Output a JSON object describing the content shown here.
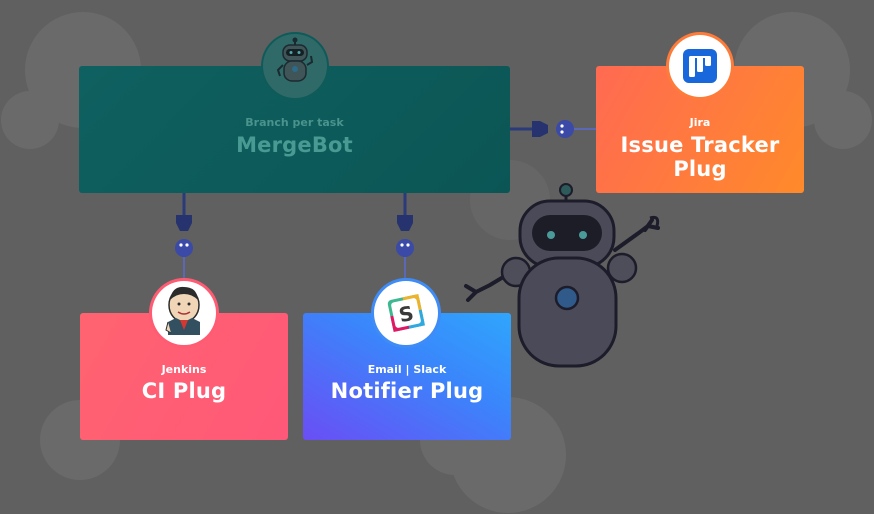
{
  "mergebot": {
    "subtitle": "Branch per task",
    "title": "MergeBot",
    "icon": "robot-icon"
  },
  "jira": {
    "subtitle": "Jira",
    "title": "Issue Tracker Plug",
    "icon": "jira-logo-icon"
  },
  "jenkins": {
    "subtitle": "Jenkins",
    "title": "CI Plug",
    "icon": "jenkins-logo-icon"
  },
  "notifier": {
    "subtitle": "Email | Slack",
    "title": "Notifier Plug",
    "icon": "slack-logo-icon"
  },
  "colors": {
    "background": "#606060",
    "mergebot": "#0d5b5a",
    "jira": "#ff7a3c",
    "jenkins": "#ff5c74",
    "notifier": "#4a78f8",
    "connector": "#2f3c8c"
  }
}
